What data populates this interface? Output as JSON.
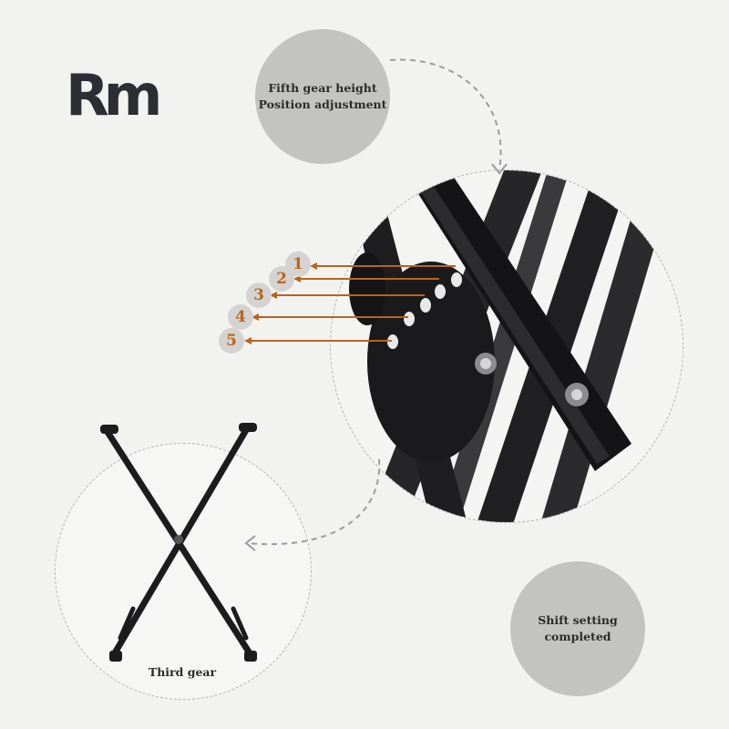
{
  "logo": {
    "text": "Rm"
  },
  "callouts": {
    "top_line1": "Fifth gear height",
    "top_line2": "Position adjustment",
    "bottom_line1": "Shift setting",
    "bottom_line2": "completed"
  },
  "gear_numbers": [
    "1",
    "2",
    "3",
    "4",
    "5"
  ],
  "stand_caption": "Third gear",
  "colors": {
    "background": "#f2f2f0",
    "bubble": "#c3c3c1",
    "accent_arrow": "#b9641c",
    "metal": "#1c1c1e",
    "logo": "#2d2e33"
  }
}
